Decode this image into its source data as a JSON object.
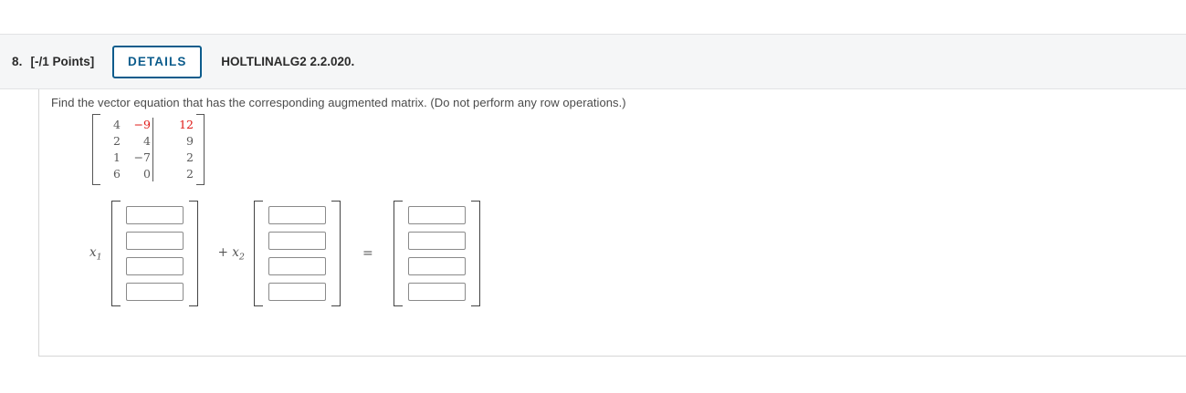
{
  "header": {
    "question_number": "8.",
    "points_label": "[-/1 Points]",
    "details_label": "DETAILS",
    "source_label": "HOLTLINALG2 2.2.020.",
    "accent_color": "#0c5c8c",
    "band_color": "#f5f6f7"
  },
  "question": {
    "prompt": "Find the vector equation that has the corresponding augmented matrix. (Do not perform any row operations.)"
  },
  "augmented_matrix": {
    "rows": 4,
    "columns": 3,
    "coefficient_rows": [
      [
        "4",
        "−9"
      ],
      [
        "2",
        "4"
      ],
      [
        "1",
        "−7"
      ],
      [
        "6",
        "0"
      ]
    ],
    "constant_column": [
      "12",
      "9",
      "2",
      "2"
    ],
    "highlight_color": "#e01b18",
    "highlighted_cells": [
      "coefficient_0_1",
      "constant_0"
    ]
  },
  "vector_equation": {
    "scalar_1": "x",
    "scalar_1_sub": "1",
    "plus_sign": "+",
    "scalar_2": "x",
    "scalar_2_sub": "2",
    "equals_sign": "=",
    "vectors": [
      {
        "name": "vector-1",
        "entries": [
          {
            "value": "",
            "placeholder": ""
          },
          {
            "value": "",
            "placeholder": ""
          },
          {
            "value": "",
            "placeholder": ""
          },
          {
            "value": "",
            "placeholder": ""
          }
        ]
      },
      {
        "name": "vector-2",
        "entries": [
          {
            "value": "",
            "placeholder": ""
          },
          {
            "value": "",
            "placeholder": ""
          },
          {
            "value": "",
            "placeholder": ""
          },
          {
            "value": "",
            "placeholder": ""
          }
        ]
      },
      {
        "name": "vector-result",
        "entries": [
          {
            "value": "",
            "placeholder": ""
          },
          {
            "value": "",
            "placeholder": ""
          },
          {
            "value": "",
            "placeholder": ""
          },
          {
            "value": "",
            "placeholder": ""
          }
        ]
      }
    ]
  }
}
